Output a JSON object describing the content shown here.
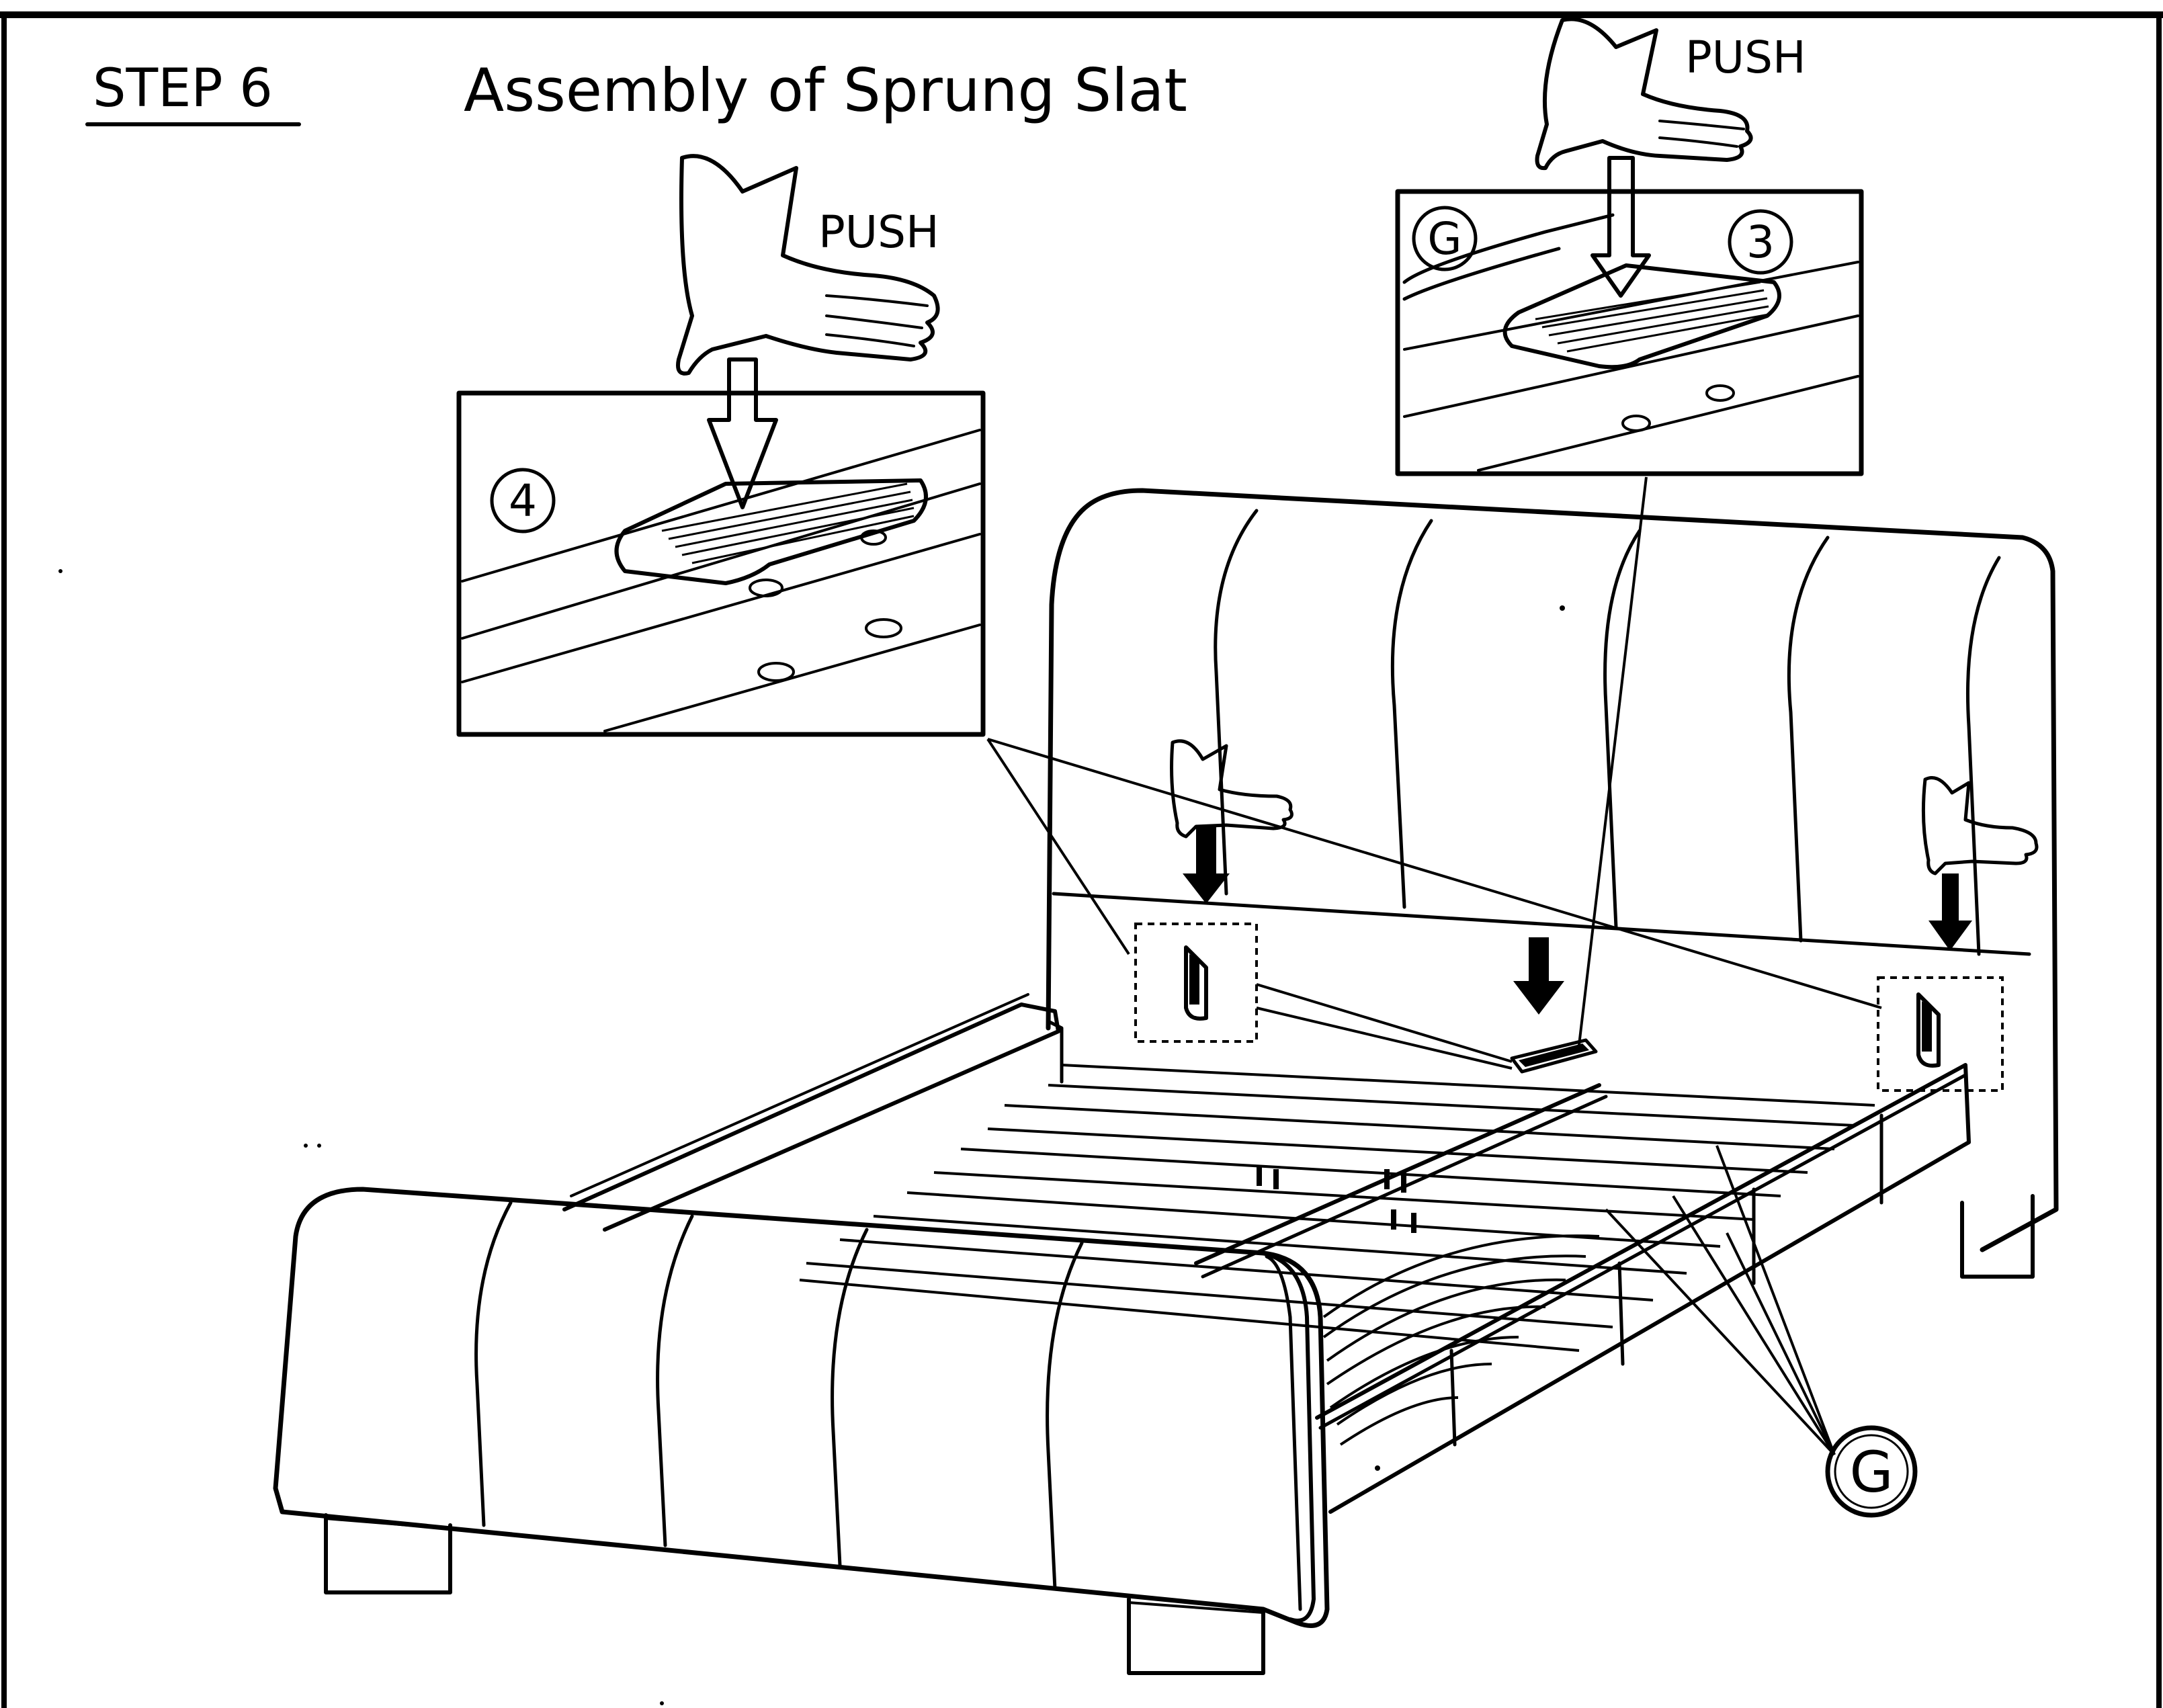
{
  "header": {
    "step": "STEP 6",
    "title": "Assembly of Sprung Slat"
  },
  "detail_left": {
    "action": "PUSH",
    "callout": "4"
  },
  "detail_right": {
    "action": "PUSH",
    "callout_part": "G",
    "callout_step": "3"
  },
  "main": {
    "part_label": "G"
  },
  "colors": {
    "ink": "#000000",
    "paper": "#ffffff"
  }
}
